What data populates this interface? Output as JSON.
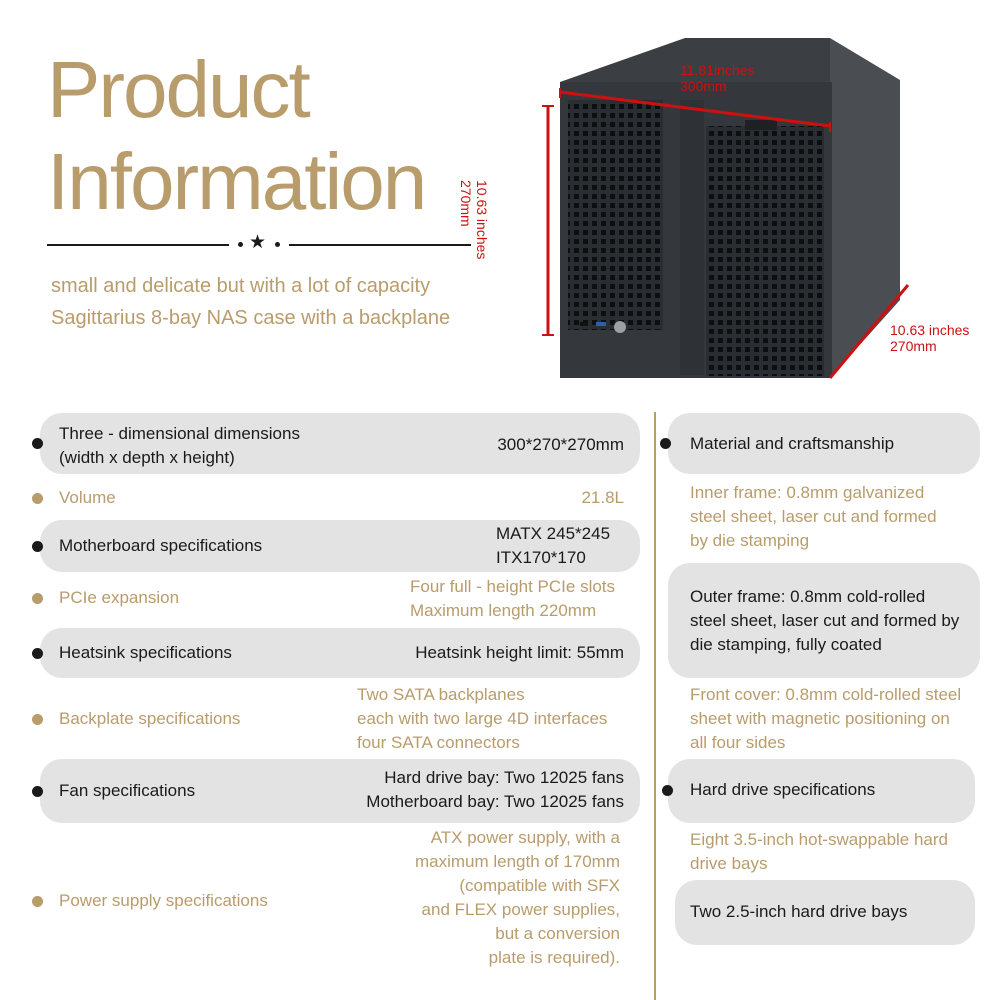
{
  "colors": {
    "gold": "#b89c6c",
    "dark": "#1a1a1a",
    "dimension_red": "#cc1111",
    "band_grey": "#e3e3e3"
  },
  "header": {
    "title_line1": "Product",
    "title_line2": "Information",
    "divider_icon": "star-icon",
    "subtitle_line1": "small and delicate but with a lot of capacity",
    "subtitle_line2": "Sagittarius 8-bay NAS case with a backplane"
  },
  "product": {
    "width_inches": "11.81inches",
    "width_mm": "300mm",
    "height_inches": "10.63 inches",
    "height_mm": "270mm",
    "depth_inches": "10.63 inches",
    "depth_mm": "270mm"
  },
  "specs": [
    {
      "label": "Three - dimensional dimensions",
      "label2": "(width x depth x height)",
      "value": "300*270*270mm"
    },
    {
      "label": "Volume",
      "value": "21.8L"
    },
    {
      "label": "Motherboard specifications",
      "value": "MATX 245*245",
      "value2": "ITX170*170"
    },
    {
      "label": "PCIe expansion",
      "value": "Four full - height PCIe slots",
      "value2": "Maximum length 220mm"
    },
    {
      "label": "Heatsink specifications",
      "value": "Heatsink height limit: 55mm"
    },
    {
      "label": "Backplate specifications",
      "value": "Two SATA backplanes",
      "value2": "each with two large 4D interfaces",
      "value3": "four SATA connectors"
    },
    {
      "label": "Fan specifications",
      "value": "Hard drive bay: Two 12025 fans",
      "value2": "Motherboard bay: Two 12025 fans"
    },
    {
      "label": "Power supply specifications",
      "lines": [
        "ATX power supply, with a",
        "maximum length of 170mm",
        "(compatible with SFX",
        "and FLEX power supplies,",
        "but a conversion",
        "plate is required)."
      ]
    }
  ],
  "right": {
    "material_title": "Material and craftsmanship",
    "inner_frame": [
      "Inner frame: 0.8mm galvanized",
      "steel sheet, laser cut and formed",
      "by die stamping"
    ],
    "outer_frame": [
      "Outer frame: 0.8mm cold-rolled",
      "steel sheet, laser cut and formed by",
      "die stamping, fully coated"
    ],
    "front_cover": [
      "Front cover: 0.8mm cold-rolled steel",
      "sheet with magnetic positioning on",
      "all four sides"
    ],
    "hdd_title": "Hard drive specifications",
    "hdd_bays": [
      "Eight 3.5-inch hot-swappable hard",
      "drive bays"
    ],
    "hdd_25": "Two 2.5-inch hard drive bays"
  }
}
